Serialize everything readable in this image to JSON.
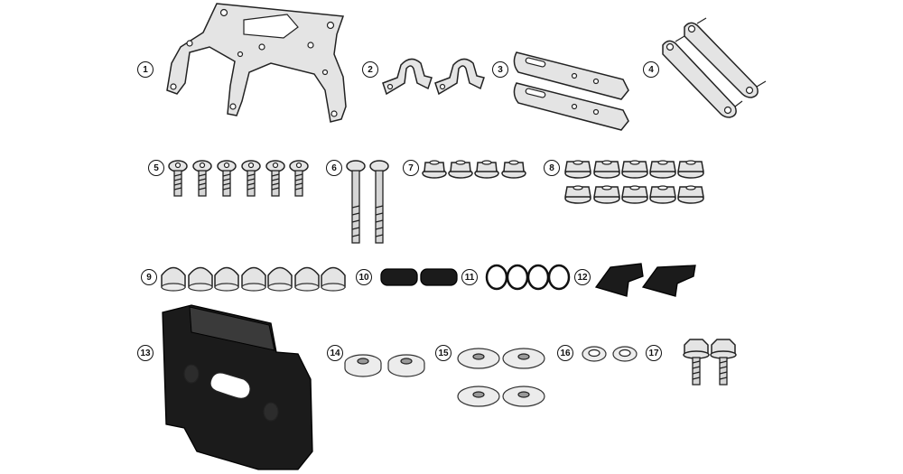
{
  "parts": [
    {
      "label": "1",
      "icon": "bracket-plate-icon"
    },
    {
      "label": "2",
      "icon": "u-clamp-icon"
    },
    {
      "label": "3",
      "icon": "slotted-strap-icon"
    },
    {
      "label": "4",
      "icon": "link-arm-icon"
    },
    {
      "label": "5",
      "icon": "hex-socket-bolt-icon"
    },
    {
      "label": "6",
      "icon": "long-bolt-icon"
    },
    {
      "label": "7",
      "icon": "flange-nut-icon"
    },
    {
      "label": "8",
      "icon": "flange-nut-icon"
    },
    {
      "label": "9",
      "icon": "cap-nut-icon"
    },
    {
      "label": "10",
      "icon": "rubber-pad-icon"
    },
    {
      "label": "11",
      "icon": "o-ring-icon"
    },
    {
      "label": "12",
      "icon": "rubber-wedge-icon"
    },
    {
      "label": "13",
      "icon": "rubber-gasket-icon"
    },
    {
      "label": "14",
      "icon": "thick-washer-icon"
    },
    {
      "label": "15",
      "icon": "flat-washer-icon"
    },
    {
      "label": "16",
      "icon": "small-washer-icon"
    },
    {
      "label": "17",
      "icon": "hex-bolt-icon"
    }
  ],
  "colors": {
    "metal": "#e4e4e4",
    "rubber": "#1b1b1b",
    "outline": "#222222",
    "background": "#ffffff"
  }
}
